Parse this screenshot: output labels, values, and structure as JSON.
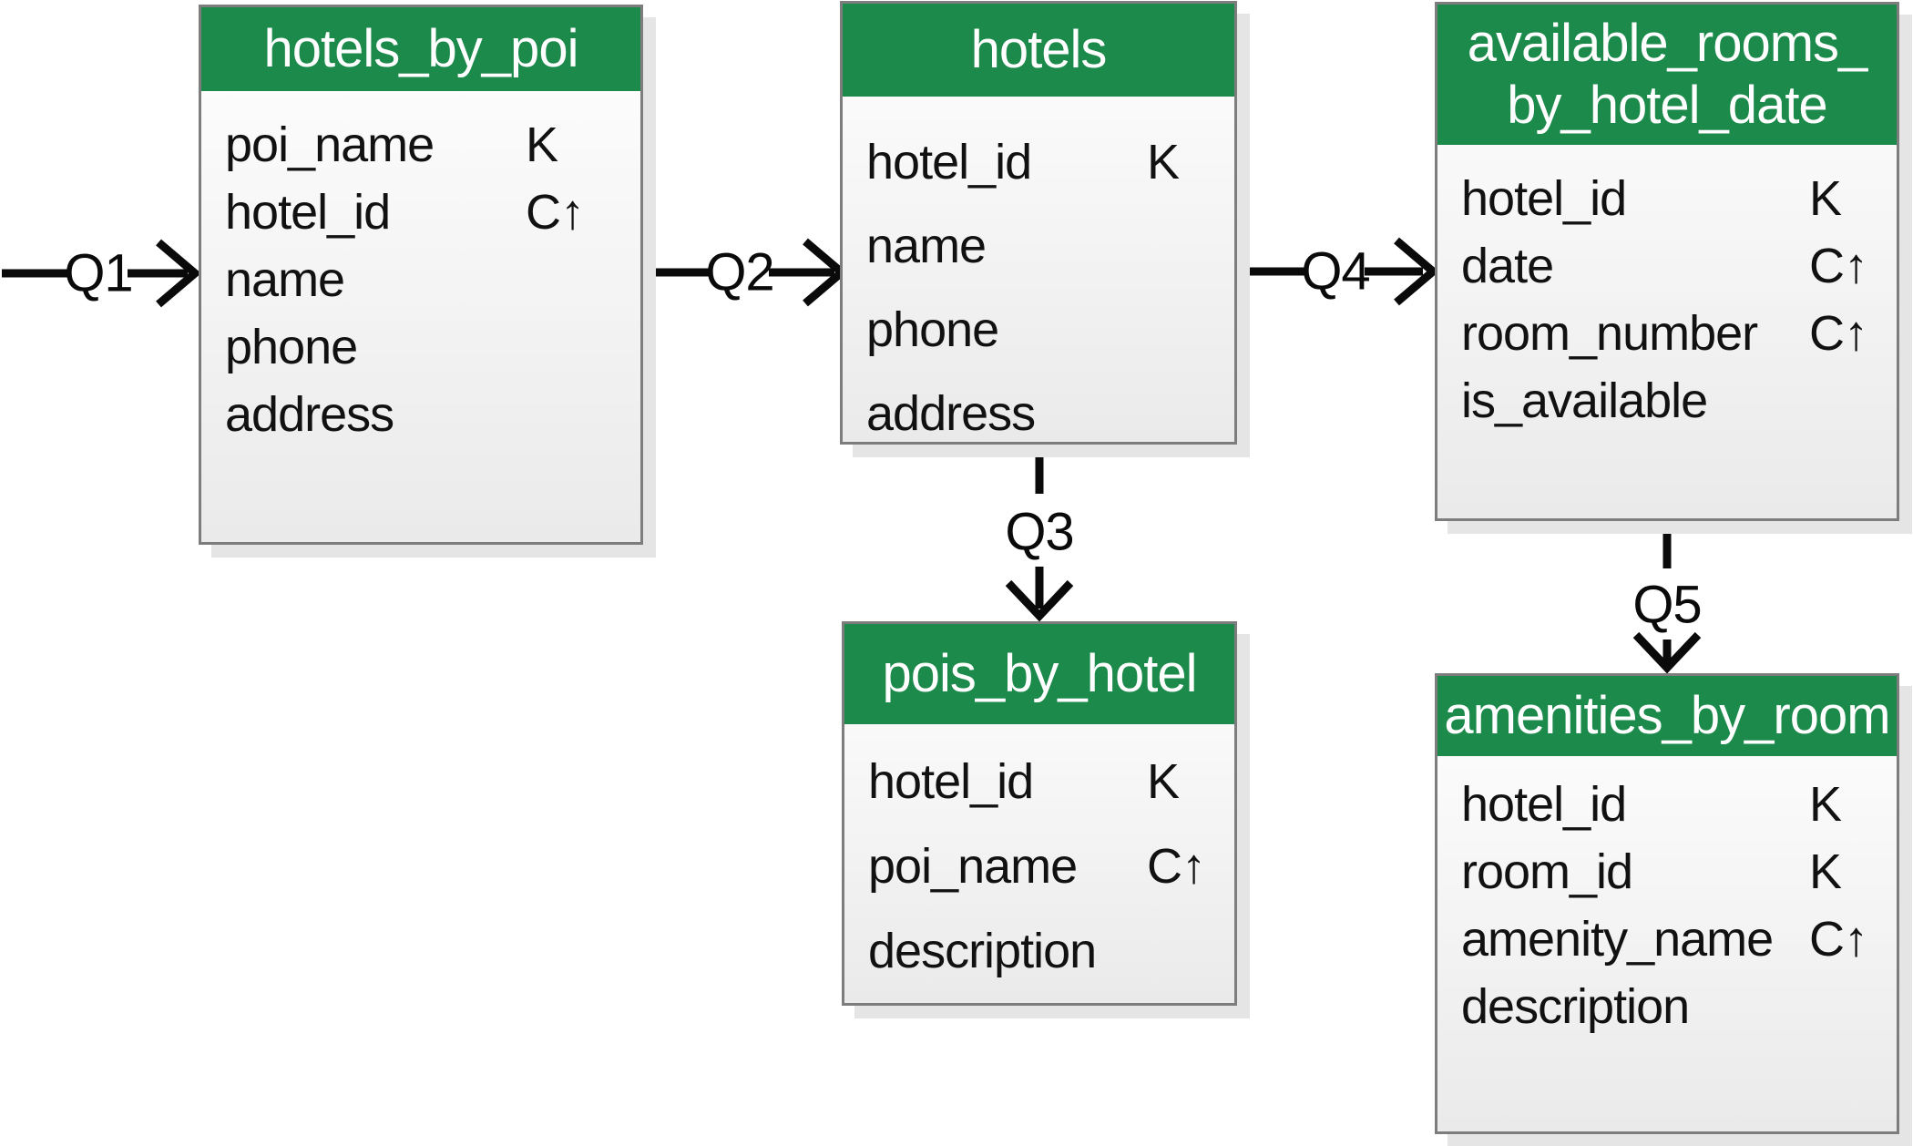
{
  "diagram": {
    "title_hint": "Cassandra hotel keyspace query-driven schema",
    "colors": {
      "header_green": "#1b8a4b",
      "header_text": "#ffffff",
      "border_gray": "#7d7d7d",
      "body_gradient_top": "#ffffff",
      "body_gradient_bottom": "#eaeaea",
      "shadow": "#e5e5e5",
      "line_black": "#0a0a0a",
      "field_text": "#111111",
      "canvas": "#ffffff"
    },
    "tables": [
      {
        "title": "hotels_by_poi",
        "fields": [
          {
            "name": "poi_name",
            "key": "K"
          },
          {
            "name": "hotel_id",
            "key": "C↑"
          },
          {
            "name": "name",
            "key": ""
          },
          {
            "name": "phone",
            "key": ""
          },
          {
            "name": "address",
            "key": ""
          }
        ]
      },
      {
        "title": "hotels",
        "fields": [
          {
            "name": "hotel_id",
            "key": "K"
          },
          {
            "name": "name",
            "key": ""
          },
          {
            "name": "phone",
            "key": ""
          },
          {
            "name": "address",
            "key": ""
          }
        ]
      },
      {
        "title": "available_rooms_\nby_hotel_date",
        "fields": [
          {
            "name": "hotel_id",
            "key": "K"
          },
          {
            "name": "date",
            "key": "C↑"
          },
          {
            "name": "room_number",
            "key": "C↑"
          },
          {
            "name": "is_available",
            "key": ""
          }
        ]
      },
      {
        "title": "pois_by_hotel",
        "fields": [
          {
            "name": "hotel_id",
            "key": "K"
          },
          {
            "name": "poi_name",
            "key": "C↑"
          },
          {
            "name": "description",
            "key": ""
          }
        ]
      },
      {
        "title": "amenities_by_room",
        "fields": [
          {
            "name": "hotel_id",
            "key": "K"
          },
          {
            "name": "room_id",
            "key": "K"
          },
          {
            "name": "amenity_name",
            "key": "C↑"
          },
          {
            "name": "description",
            "key": ""
          }
        ]
      }
    ],
    "queries": [
      {
        "label": "Q1"
      },
      {
        "label": "Q2"
      },
      {
        "label": "Q3"
      },
      {
        "label": "Q4"
      },
      {
        "label": "Q5"
      }
    ]
  }
}
